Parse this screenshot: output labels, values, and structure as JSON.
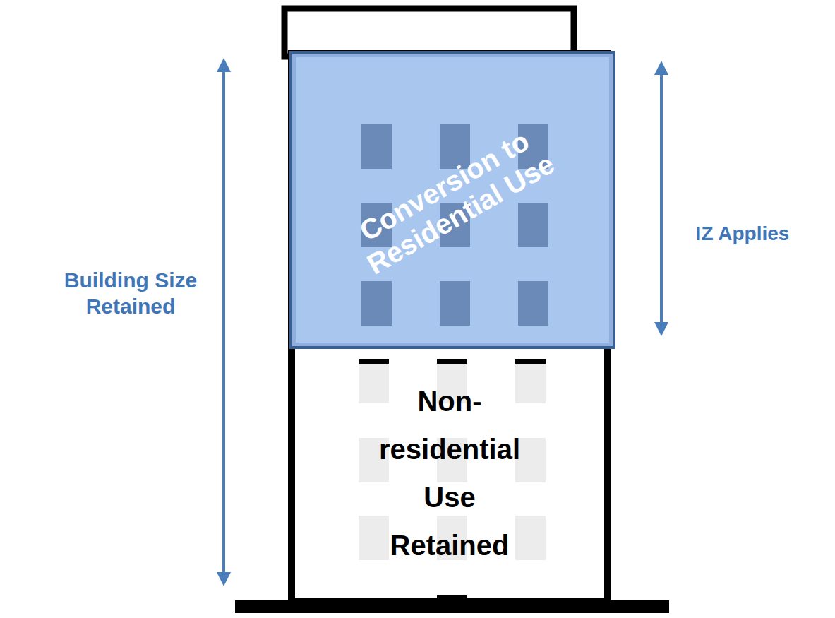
{
  "diagram": {
    "nodes": [
      {
        "text": [
          "Conversion to Residential Use"
        ]
      },
      {
        "text": [
          "Non-residential Use Retained"
        ]
      }
    ],
    "labels": [
      "Building Size Retained",
      "IZ Applies"
    ]
  }
}
